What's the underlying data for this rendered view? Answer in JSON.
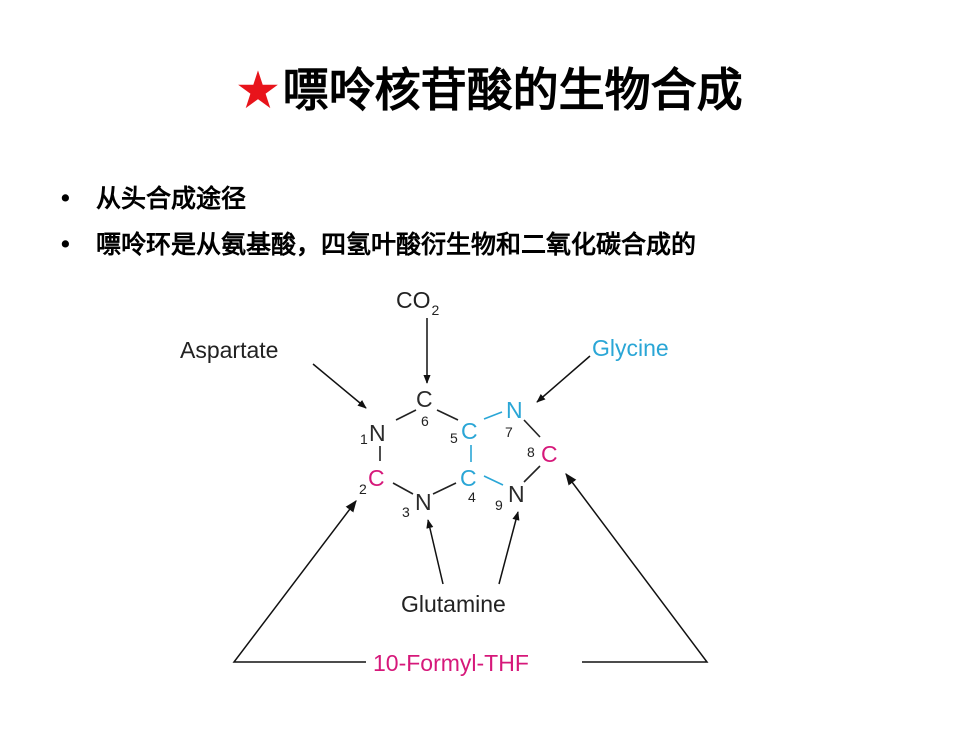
{
  "title": {
    "star": "★",
    "text": "嘌呤核苷酸的生物合成"
  },
  "bullets": [
    {
      "marker": "•",
      "text": "从头合成途径"
    },
    {
      "marker": "•",
      "text": "嘌呤环是从氨基酸，四氢叶酸衍生物和二氧化碳合成的"
    }
  ],
  "diagram": {
    "sources": {
      "co2_main": "CO",
      "co2_sub": "2",
      "aspartate": "Aspartate",
      "glycine": "Glycine",
      "glutamine": "Glutamine",
      "formyl_thf": "10-Formyl-THF"
    },
    "atoms": {
      "c6": "C",
      "n1": "N",
      "c2": "C",
      "n3": "N",
      "c4": "C",
      "c5": "C",
      "n7": "N",
      "c8": "C",
      "n9": "N"
    },
    "numbers": {
      "n1": "1",
      "c2": "2",
      "n3": "3",
      "c4": "4",
      "c5": "5",
      "c6": "6",
      "n7": "7",
      "c8": "8",
      "n9": "9"
    },
    "colors": {
      "gray": "#2b2b2b",
      "glycine": "#2aa6d6",
      "formyl": "#d6187a",
      "star": "#e8141b"
    }
  }
}
